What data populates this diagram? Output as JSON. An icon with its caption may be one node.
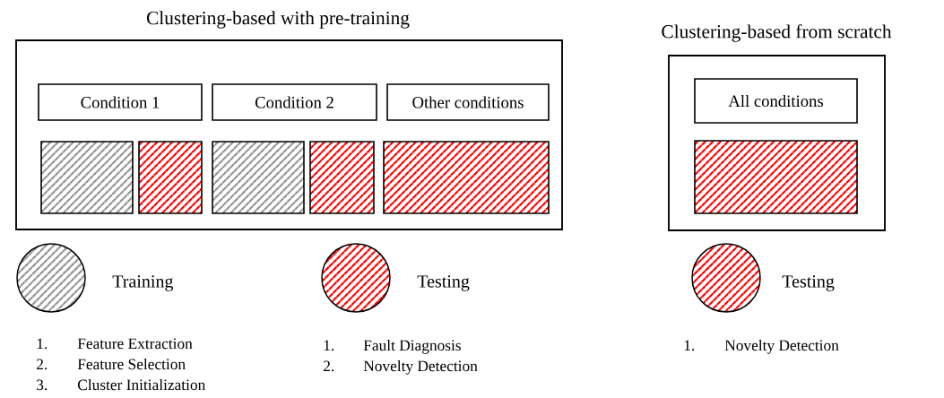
{
  "diagram": {
    "nodes": [
      {
        "text": [
          "Clustering-based with pre-training"
        ]
      },
      {
        "text": [
          "Condition 1"
        ],
        "in": 0
      },
      {
        "text": [
          "Condition 2"
        ],
        "in": 0
      },
      {
        "text": [
          "Other conditions"
        ],
        "in": 0
      },
      {
        "text": [],
        "shape": "box",
        "in": 0
      },
      {
        "text": [],
        "shape": "box",
        "in": 0
      },
      {
        "text": [],
        "shape": "box",
        "in": 0
      },
      {
        "text": [],
        "shape": "box",
        "in": 0
      },
      {
        "text": [],
        "shape": "box",
        "in": 0
      },
      {
        "text": [
          "Clustering-based from scratch"
        ]
      },
      {
        "text": [
          "All conditions"
        ],
        "in": 9
      },
      {
        "text": [],
        "shape": "box",
        "in": 9
      }
    ],
    "labels": [
      "1.",
      "Feature Extraction",
      "2.",
      "Feature Selection",
      "3.",
      "Cluster Initialization",
      "1.",
      "Fault Diagnosis",
      "2.",
      "Novelty Detection",
      "1.",
      "Novelty Detection"
    ],
    "legend": [
      {
        "text": "Training"
      },
      {
        "text": "Testing"
      },
      {
        "text": "Testing"
      }
    ]
  }
}
